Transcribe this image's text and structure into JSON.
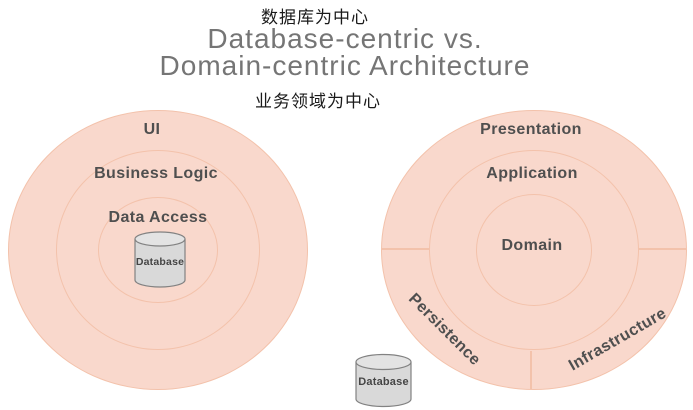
{
  "header": {
    "top_cn": "数据库为中心",
    "title_line1": "Database-centric vs.",
    "title_line2": "Domain-centric Architecture",
    "bottom_cn": "业务领域为中心"
  },
  "left_diagram": {
    "name": "database-centric-architecture",
    "rings": [
      "UI",
      "Business Logic",
      "Data Access"
    ],
    "database_label": "Database"
  },
  "right_diagram": {
    "name": "domain-centric-architecture",
    "rings": [
      "Presentation",
      "Application",
      "Domain"
    ],
    "outer_segments": [
      "Persistence",
      "Infrastructure"
    ],
    "database_label": "Database"
  },
  "colors": {
    "circle_fill": "#f9d8cc",
    "circle_border": "#f3c2ab",
    "ring_label": "#4f4f4f",
    "title_gray": "#757575",
    "chinese_text": "#1a1a1a",
    "cylinder_fill": "#d9d9d9",
    "cylinder_top_fill": "#e3e3e3",
    "cylinder_border": "#828282",
    "background": "#ffffff"
  }
}
